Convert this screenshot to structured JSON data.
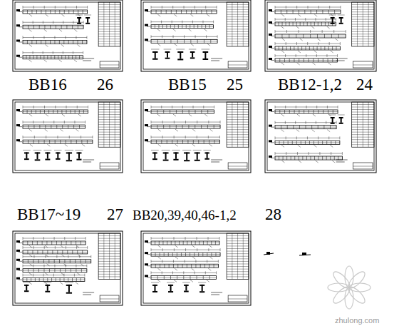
{
  "diagram": {
    "labels": [
      "BB16",
      "26",
      "BB15",
      "25",
      "BB12-1,2",
      "24",
      "BB17~19",
      "27",
      "BB20,39,40,46-1,2",
      "28",
      "zhulong.com"
    ]
  }
}
